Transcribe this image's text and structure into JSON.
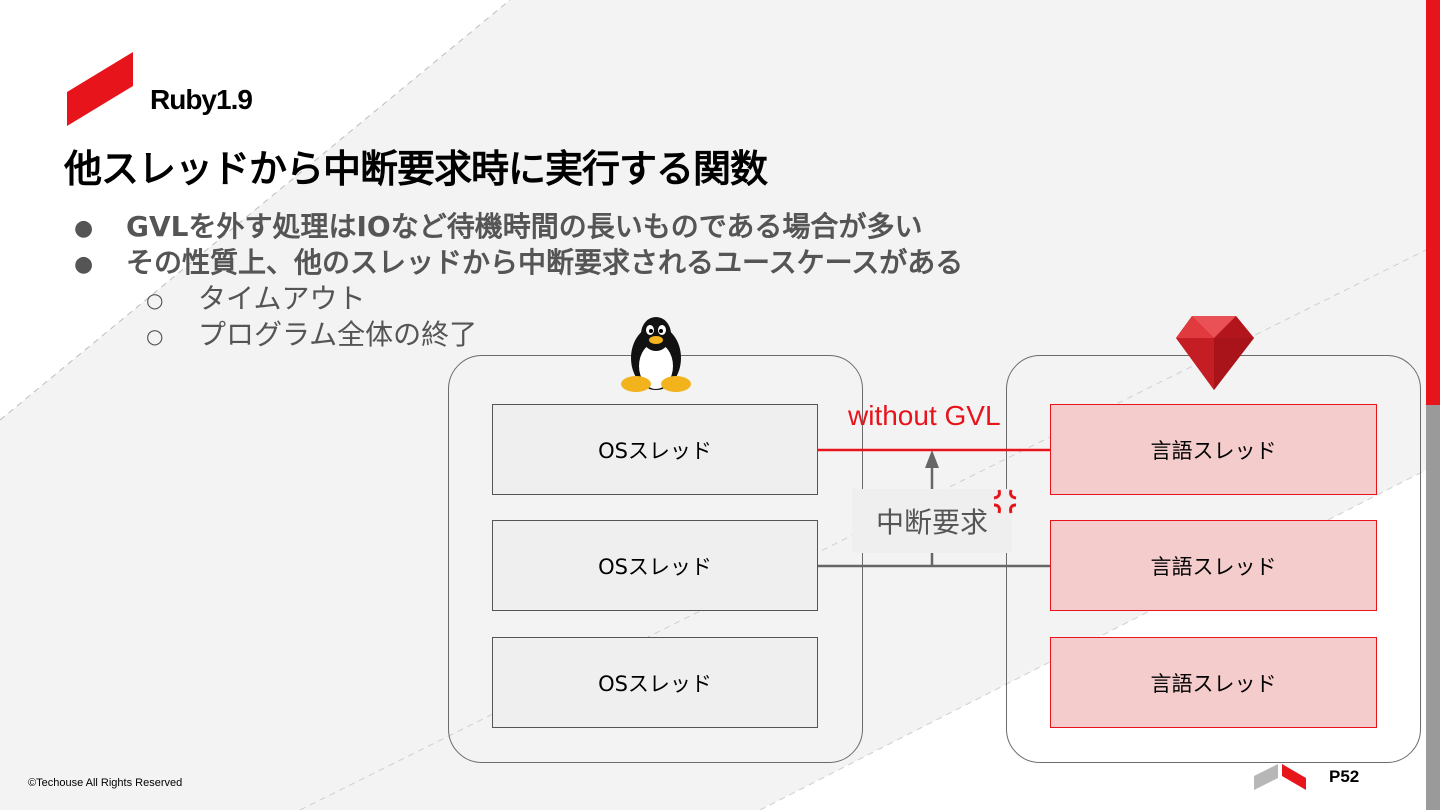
{
  "slide": {
    "subtitle": "Ruby1.9",
    "title": "他スレッドから中断要求時に実行する関数",
    "bullets": [
      "GVLを外す処理はIOなど待機時間の長いものである場合が多い",
      "その性質上、他のスレッドから中断要求されるユースケースがある"
    ],
    "sub_bullets": [
      "タイムアウト",
      "プログラム全体の終了"
    ],
    "bullet_marker": "●",
    "sub_bullet_marker": "○"
  },
  "diagram": {
    "os_threads": [
      "OSスレッド",
      "OSスレッド",
      "OSスレッド"
    ],
    "language_threads": [
      "言語スレッド",
      "言語スレッド",
      "言語スレッド"
    ],
    "without_gvl_label": "without GVL",
    "interrupt_label": "中断要求",
    "left_icon": "linux-penguin-icon",
    "right_icon": "ruby-gem-icon"
  },
  "footer": {
    "copyright": "©Techouse All Rights Reserved",
    "page": "P52"
  },
  "colors": {
    "accent": "#e8141c",
    "lang_fill": "#f4cccc",
    "os_fill": "#efefef",
    "text_gray": "#555555",
    "bg_gray": "#f3f3f3"
  }
}
